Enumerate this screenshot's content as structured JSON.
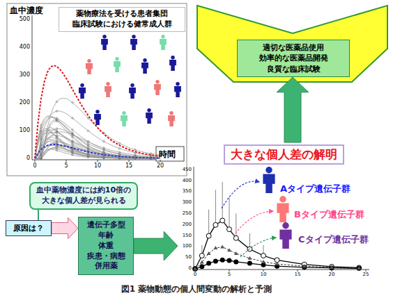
{
  "diagram": {
    "caption": "図1 薬物動態の個人間変動の解析と予測",
    "nodes": [
      {
        "text": [
          "薬物療法を受ける患者集団 臨床試験における健常成人群"
        ]
      },
      {
        "text": [
          "血中薬物濃度には約10倍の 大きな個人差が見られる"
        ]
      },
      {
        "text": [
          "原因は？"
        ]
      },
      {
        "text": [
          "遺伝子多型 年齢 体重 疾患・病態 併用薬"
        ]
      },
      {
        "text": [
          "大きな個人差の解明"
        ]
      },
      {
        "text": [
          "適切な医薬品使用 効率的な医薬品開発 良質な臨床試験"
        ]
      }
    ],
    "edges": [
      {
        "from": 1,
        "to": 2,
        "arrow": "none"
      },
      {
        "from": 2,
        "to": 3,
        "arrow": "to"
      },
      {
        "from": 3,
        "to": 4,
        "arrow": "to"
      },
      {
        "from": 4,
        "to": 5,
        "arrow": "to"
      }
    ],
    "labels": [
      "血中濃度",
      "0",
      "100",
      "200",
      "300",
      "400",
      "500",
      "時間",
      "0",
      "5",
      "10",
      "15",
      "20",
      "0",
      "50",
      "100",
      "150",
      "200",
      "250",
      "300",
      "350",
      "400",
      "450",
      "0",
      "5",
      "10",
      "15",
      "20",
      "25",
      "Aタイプ遺伝子群",
      "Bタイプ遺伝子群",
      "Cタイプ遺伝子群"
    ]
  }
}
